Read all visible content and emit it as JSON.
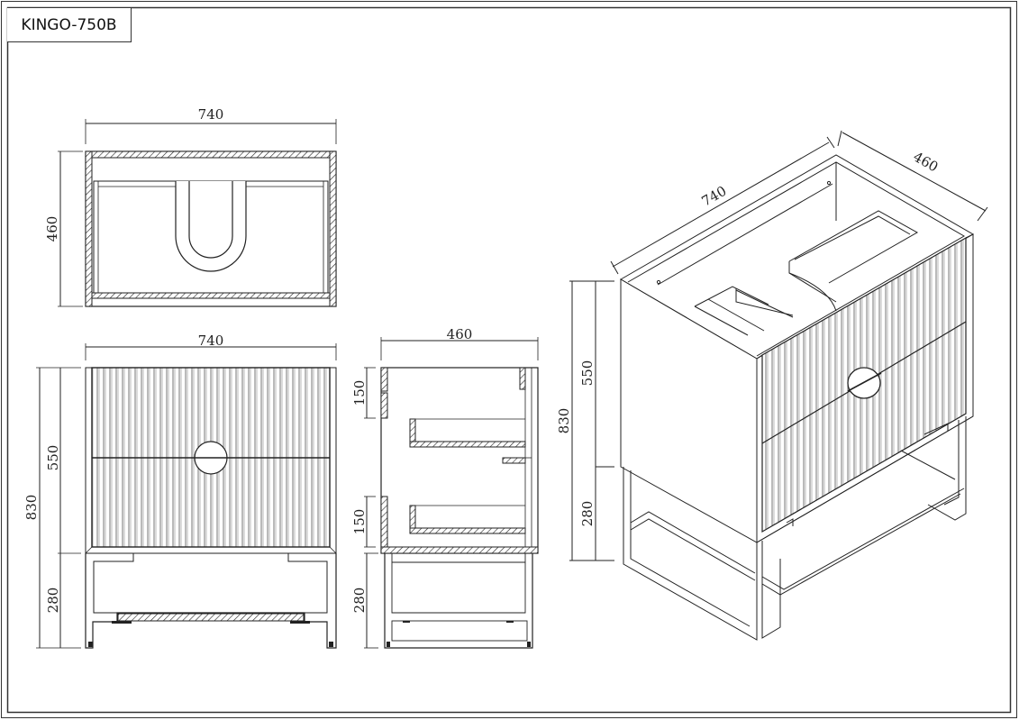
{
  "title": "KINGO-750B",
  "views": {
    "top_view": {
      "width_label": "740",
      "depth_label": "460"
    },
    "front_view": {
      "width_label": "740",
      "total_height_label": "830",
      "cabinet_height_label": "550",
      "frame_height_label": "280"
    },
    "side_view": {
      "depth_label": "460",
      "upper_drawer_label": "150",
      "lower_drawer_label": "150",
      "frame_height_label": "280"
    },
    "iso_view": {
      "width_label": "740",
      "depth_label": "460",
      "total_height_label": "830",
      "cabinet_height_label": "550",
      "frame_height_label": "280"
    }
  },
  "colors": {
    "line": "#222222",
    "background": "#ffffff"
  }
}
